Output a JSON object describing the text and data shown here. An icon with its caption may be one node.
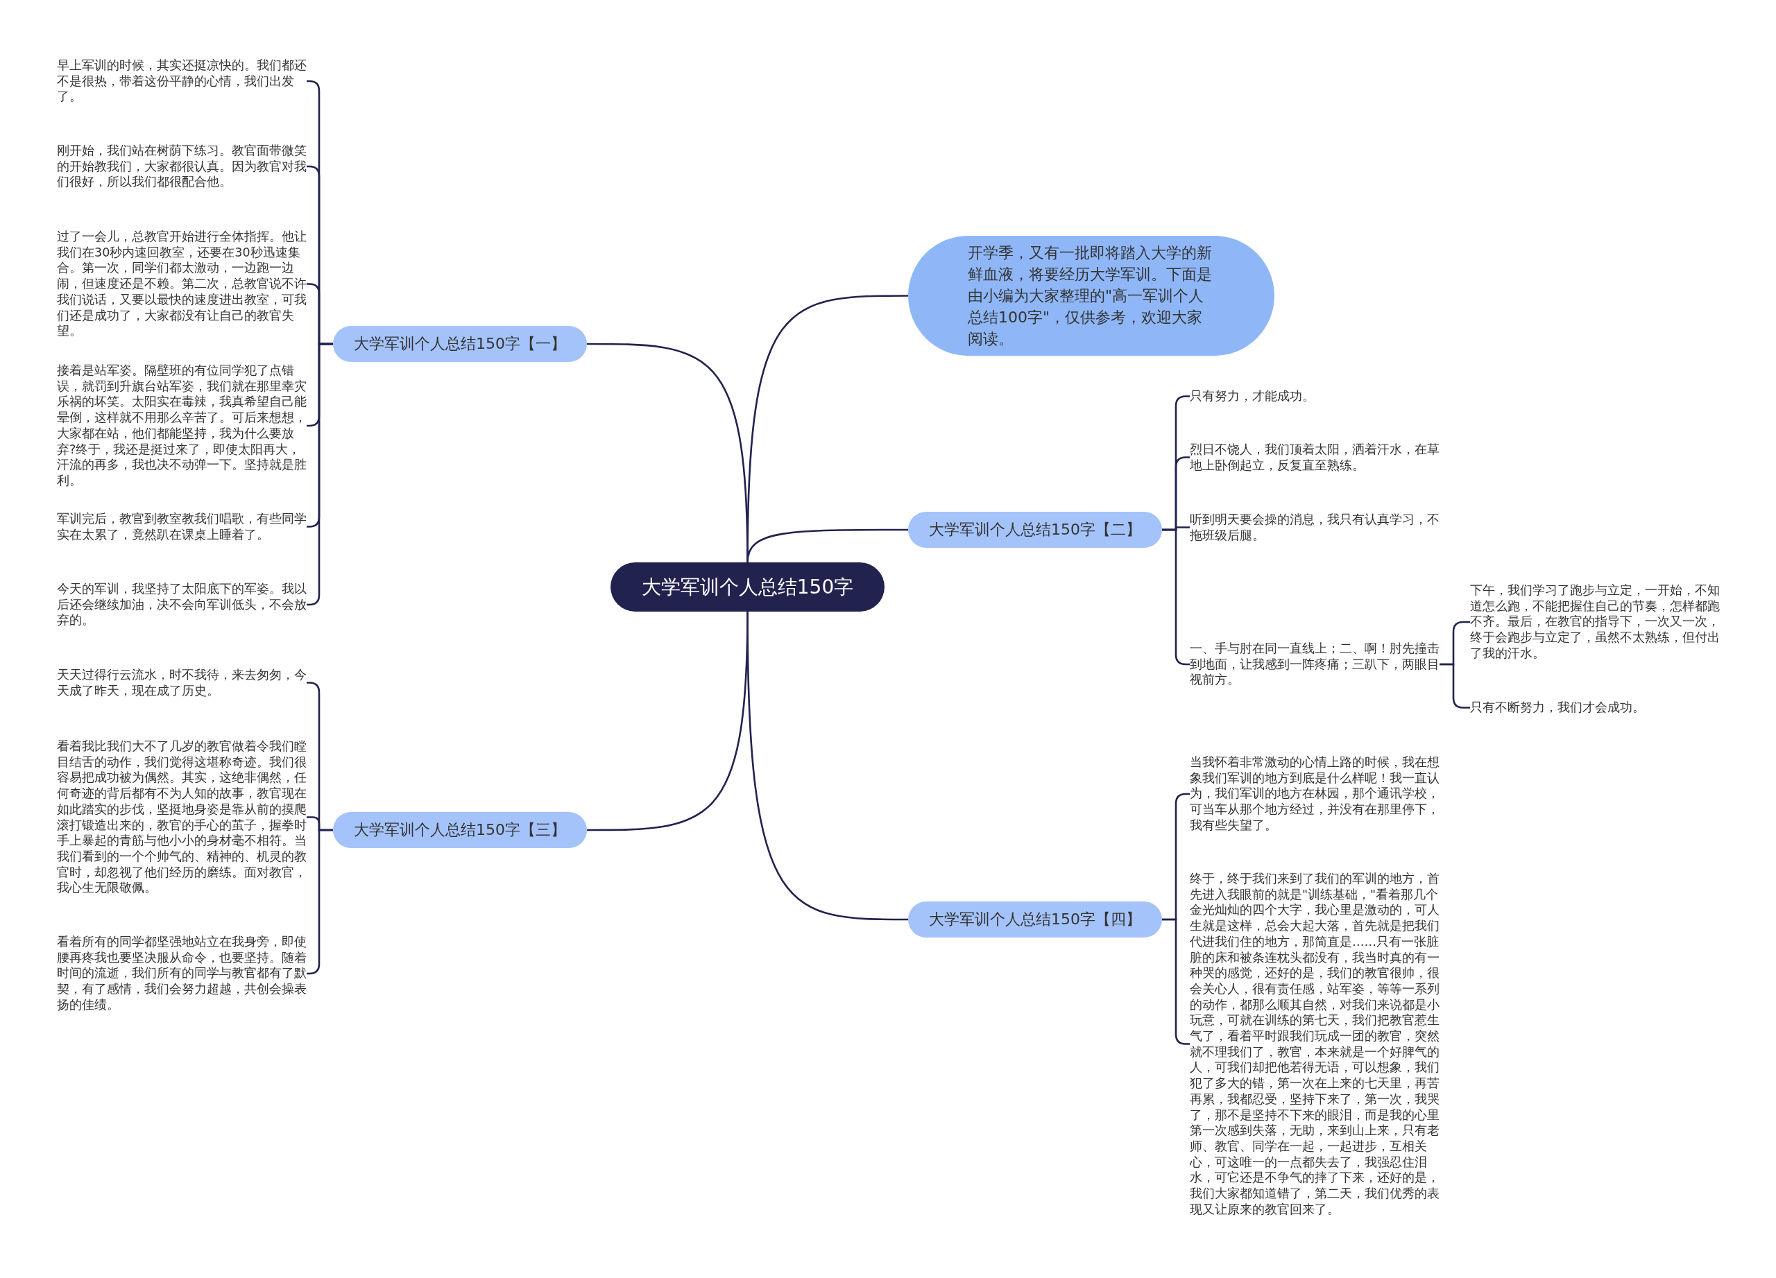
{
  "diagram": {
    "nodes": [
      {
        "text": [
          "大学军训个人总结150字"
        ]
      },
      {
        "text": [
          "开学季，又有一批即将踏入大学的新鲜血液，将要经历大学军训。下面是由小编为大家整理的\"高一军训个人总结100字\"，仅供参考，欢迎大家阅读。"
        ]
      },
      {
        "text": [
          "大学军训个人总结150字【一】"
        ]
      },
      {
        "text": [
          "早上军训的时候，其实还挺凉快的。我们都还不是很热，带着这份平静的心情，我们出发了。"
        ]
      },
      {
        "text": [
          "刚开始，我们站在树荫下练习。教官面带微笑的开始教我们，大家都很认真。因为教官对我们很好，所以我们都很配合他。"
        ]
      },
      {
        "text": [
          "过了一会儿，总教官开始进行全体指挥。他让我们在30秒内速回教室，还要在30秒迅速集合。第一次，同学们都太激动，一边跑一边闹，但速度还是不赖。第二次，总教官说不许我们说话，又要以最快的速度进出教室，可我们还是成功了，大家都没有让自己的教官失望。"
        ]
      },
      {
        "text": [
          "接着是站军姿。隔壁班的有位同学犯了点错误，就罚到升旗台站军姿，我们就在那里幸灾乐祸的坏笑。太阳实在毒辣，我真希望自己能晕倒，这样就不用那么辛苦了。可后来想想，大家都在站，他们都能坚持，我为什么要放弃?终于，我还是挺过来了，即使太阳再大，汗流的再多，我也决不动弹一下。坚持就是胜利。"
        ]
      },
      {
        "text": [
          "军训完后，教官到教室教我们唱歌，有些同学实在太累了，竟然趴在课桌上睡着了。"
        ]
      },
      {
        "text": [
          "今天的军训，我坚持了太阳底下的军姿。我以后还会继续加油，决不会向军训低头，不会放弃的。"
        ]
      },
      {
        "text": [
          "大学军训个人总结150字【二】"
        ]
      },
      {
        "text": [
          "只有努力，才能成功。"
        ]
      },
      {
        "text": [
          "烈日不饶人，我们顶着太阳，洒着汗水，在草地上卧倒起立，反复直至熟练。"
        ]
      },
      {
        "text": [
          "听到明天要会操的消息，我只有认真学习，不拖班级后腿。"
        ]
      },
      {
        "text": [
          "一、手与肘在同一直线上；二、啊！肘先撞击到地面，让我感到一阵疼痛；三趴下，两眼目视前方。"
        ]
      },
      {
        "text": [
          "下午，我们学习了跑步与立定，一开始，不知道怎么跑，不能把握住自己的节奏，怎样都跑不齐。最后，在教官的指导下，一次又一次，终于会跑步与立定了，虽然不太熟练，但付出了我的汗水。"
        ]
      },
      {
        "text": [
          "只有不断努力，我们才会成功。"
        ]
      },
      {
        "text": [
          "大学军训个人总结150字【三】"
        ]
      },
      {
        "text": [
          "天天过得行云流水，时不我待，来去匆匆，今天成了昨天，现在成了历史。"
        ]
      },
      {
        "text": [
          "看着我比我们大不了几岁的教官做着令我们瞠目结舌的动作，我们觉得这堪称奇迹。我们很容易把成功被为偶然。其实，这绝非偶然，任何奇迹的背后都有不为人知的故事，教官现在如此踏实的步伐，坚挺地身姿是靠从前的摸爬滚打锻造出来的，教官的手心的茧子，握拳时手上暴起的青筋与他小小的身材毫不相符。当我们看到的一个个帅气的、精神的、机灵的教官时，却忽视了他们经历的磨练。面对教官，我心生无限敬佩。"
        ]
      },
      {
        "text": [
          "看着所有的同学都坚强地站立在我身旁，即使腰再疼我也要坚决服从命令，也要坚持。随着时间的流逝，我们所有的同学与教官都有了默契，有了感情，我们会努力超越，共创会操表扬的佳绩。"
        ]
      },
      {
        "text": [
          "大学军训个人总结150字【四】"
        ]
      },
      {
        "text": [
          "当我怀着非常激动的心情上路的时候，我在想象我们军训的地方到底是什么样呢！我一直认为，我们军训的地方在林园，那个通讯学校，可当车从那个地方经过，并没有在那里停下，我有些失望了。"
        ]
      },
      {
        "text": [
          "终于，终于我们来到了我们的军训的地方，首先进入我眼前的就是\"训练基础，\"看着那几个金光灿灿的四个大字，我心里是激动的，可人生就是这样，总会大起大落，首先就是把我们代进我们住的地方，那简直是……只有一张脏脏的床和被条连枕头都没有，我当时真的有一种哭的感觉，还好的是，我们的教官很帅，很会关心人，很有责任感，站军姿，等等一系列的动作，都那么顺其自然，对我们来说都是小玩意，可就在训练的第七天，我们把教官惹生气了，看着平时跟我们玩成一团的教官，突然就不理我们了，教官，本来就是一个好脾气的人，可我们却把他若得无语，可以想象，我们犯了多大的错，第一次在上来的七天里，再苦再累，我都忍受，坚持下来了，第一次，我哭了，那不是坚持不下来的眼泪，而是我的心里第一次感到失落，无助，来到山上来，只有老师、教官、同学在一起，一起进步，互相关心，可这唯一的一点都失去了，我强忍住泪水，可它还是不争气的摔了下来，还好的是，我们大家都知道错了，第二天，我们优秀的表现又让原来的教官回来了。"
        ]
      }
    ],
    "edges": [
      {
        "from": 0,
        "to": 1,
        "arrow": "none"
      },
      {
        "from": 0,
        "to": 2,
        "arrow": "none"
      },
      {
        "from": 2,
        "to": 3,
        "arrow": "none"
      },
      {
        "from": 2,
        "to": 4,
        "arrow": "none"
      },
      {
        "from": 2,
        "to": 5,
        "arrow": "none"
      },
      {
        "from": 2,
        "to": 6,
        "arrow": "none"
      },
      {
        "from": 2,
        "to": 7,
        "arrow": "none"
      },
      {
        "from": 2,
        "to": 8,
        "arrow": "none"
      },
      {
        "from": 0,
        "to": 9,
        "arrow": "none"
      },
      {
        "from": 9,
        "to": 10,
        "arrow": "none"
      },
      {
        "from": 9,
        "to": 11,
        "arrow": "none"
      },
      {
        "from": 9,
        "to": 12,
        "arrow": "none"
      },
      {
        "from": 9,
        "to": 13,
        "arrow": "none"
      },
      {
        "from": 13,
        "to": 14,
        "arrow": "none"
      },
      {
        "from": 13,
        "to": 15,
        "arrow": "none"
      },
      {
        "from": 0,
        "to": 16,
        "arrow": "none"
      },
      {
        "from": 16,
        "to": 17,
        "arrow": "none"
      },
      {
        "from": 16,
        "to": 18,
        "arrow": "none"
      },
      {
        "from": 16,
        "to": 19,
        "arrow": "none"
      },
      {
        "from": 0,
        "to": 20,
        "arrow": "none"
      },
      {
        "from": 20,
        "to": 21,
        "arrow": "none"
      },
      {
        "from": 20,
        "to": 22,
        "arrow": "none"
      }
    ]
  }
}
